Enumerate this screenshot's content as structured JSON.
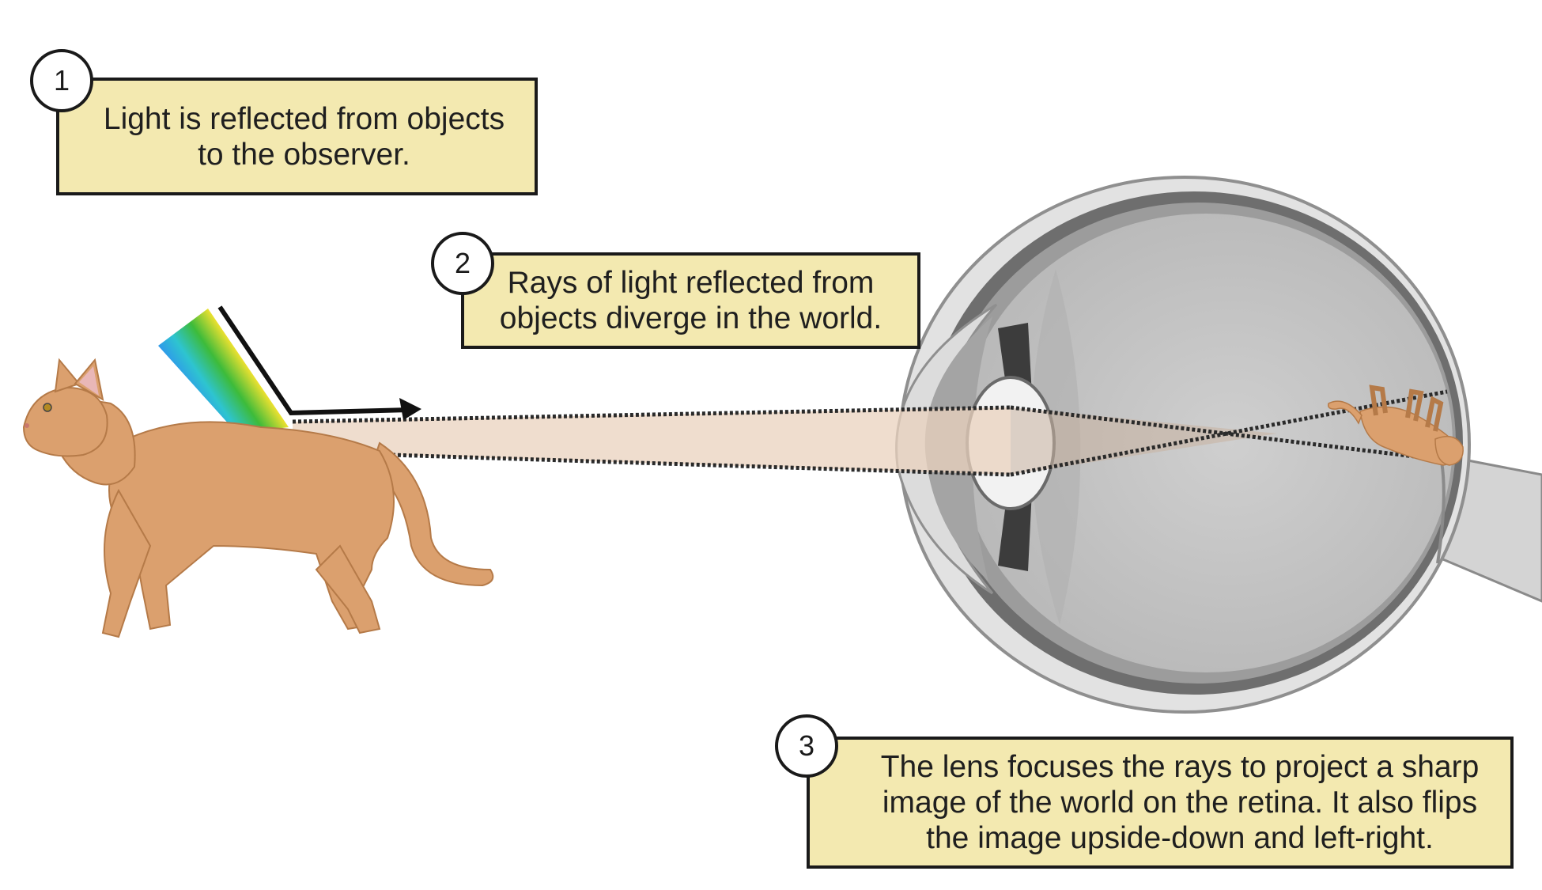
{
  "steps": [
    {
      "number": "1",
      "text": "Light is reflected from objects\nto the observer."
    },
    {
      "number": "2",
      "text": "Rays of light reflected from\nobjects diverge in the world."
    },
    {
      "number": "3",
      "text": "The lens focuses the rays to project a sharp\nimage of the world on the retina. It also flips\nthe image upside-down and left-right."
    }
  ],
  "illustrations": {
    "object": "walking-cat",
    "light": "rainbow-spectrum-band",
    "eye": "eyeball-cross-section",
    "retinal_image": "inverted-cat"
  },
  "colors": {
    "callout_fill": "#f3e9b0",
    "outline": "#1a1a1a",
    "cat_fur": "#dba06e",
    "light_cone": "#ecd8c4",
    "eye_gray": "#c8c8c8"
  }
}
